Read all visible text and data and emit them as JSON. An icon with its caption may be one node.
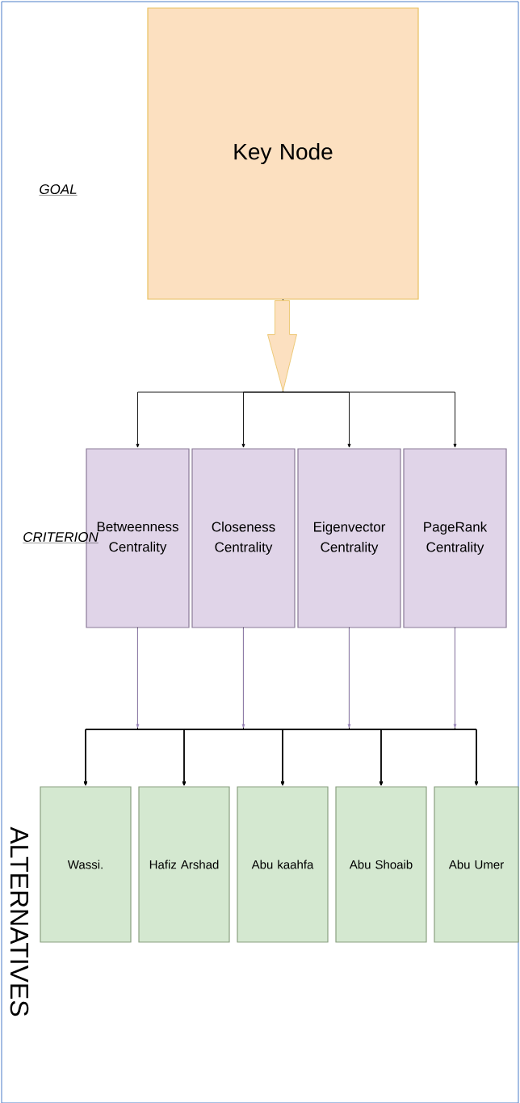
{
  "diagram": {
    "nodes": [
      {
        "text": [
          "Key Node"
        ]
      },
      {
        "text": [
          "Betweenness Centrality"
        ]
      },
      {
        "text": [
          "Closeness Centrality"
        ]
      },
      {
        "text": [
          "Eigenvector Centrality"
        ]
      },
      {
        "text": [
          "PageRank Centrality"
        ]
      },
      {
        "text": [
          "Wassi."
        ]
      },
      {
        "text": [
          "Hafiz Arshad"
        ]
      },
      {
        "text": [
          "Abu kaahfa"
        ]
      },
      {
        "text": [
          "Abu Shoaib"
        ]
      },
      {
        "text": [
          "Abu Umer"
        ]
      }
    ],
    "edges": [
      {
        "from": 0,
        "to": 1,
        "arrow": "to"
      },
      {
        "from": 0,
        "to": 2,
        "arrow": "to"
      },
      {
        "from": 0,
        "to": 3,
        "arrow": "to"
      },
      {
        "from": 0,
        "to": 4,
        "arrow": "to"
      },
      {
        "from": 1,
        "to": 5,
        "arrow": "to"
      },
      {
        "from": 1,
        "to": 6,
        "arrow": "to"
      },
      {
        "from": 1,
        "to": 7,
        "arrow": "to"
      },
      {
        "from": 1,
        "to": 8,
        "arrow": "to"
      },
      {
        "from": 1,
        "to": 9,
        "arrow": "to"
      },
      {
        "from": 2,
        "to": 5,
        "arrow": "to"
      },
      {
        "from": 2,
        "to": 6,
        "arrow": "to"
      },
      {
        "from": 2,
        "to": 7,
        "arrow": "to"
      },
      {
        "from": 2,
        "to": 8,
        "arrow": "to"
      },
      {
        "from": 2,
        "to": 9,
        "arrow": "to"
      },
      {
        "from": 3,
        "to": 5,
        "arrow": "to"
      },
      {
        "from": 3,
        "to": 6,
        "arrow": "to"
      },
      {
        "from": 3,
        "to": 7,
        "arrow": "to"
      },
      {
        "from": 3,
        "to": 8,
        "arrow": "to"
      },
      {
        "from": 3,
        "to": 9,
        "arrow": "to"
      },
      {
        "from": 4,
        "to": 5,
        "arrow": "to"
      },
      {
        "from": 4,
        "to": 6,
        "arrow": "to"
      },
      {
        "from": 4,
        "to": 7,
        "arrow": "to"
      },
      {
        "from": 4,
        "to": 8,
        "arrow": "to"
      },
      {
        "from": 4,
        "to": 9,
        "arrow": "to"
      }
    ],
    "labels": [
      "GOAL",
      "CRITERION",
      "ALTERNATIVES"
    ]
  }
}
